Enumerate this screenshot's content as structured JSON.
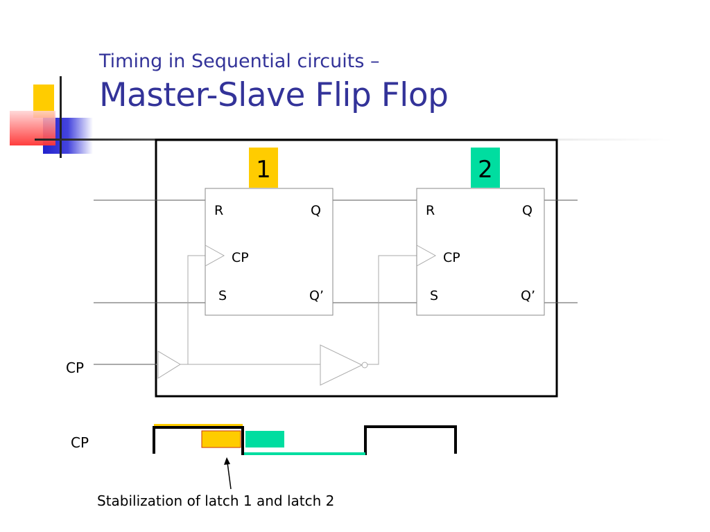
{
  "title": {
    "line1": "Timing in Sequential circuits –",
    "line2": "Master-Slave Flip Flop"
  },
  "diagram": {
    "latch1": {
      "number": "1",
      "r": "R",
      "q": "Q",
      "cp": "CP",
      "s": "S",
      "q_prime": "Q’"
    },
    "latch2": {
      "number": "2",
      "r": "R",
      "q": "Q",
      "cp": "CP",
      "s": "S",
      "q_prime": "Q’"
    },
    "cp_input_label": "CP"
  },
  "timing": {
    "cp_label": "CP",
    "annotation": "Stabilization of latch 1  and  latch 2"
  },
  "colors": {
    "title": "#333399",
    "latch1": "#FFCC00",
    "latch2": "#00DDA0",
    "gate_line": "#aaaaaa",
    "deco_red": "#FF3333",
    "deco_blue": "#3333CC"
  }
}
